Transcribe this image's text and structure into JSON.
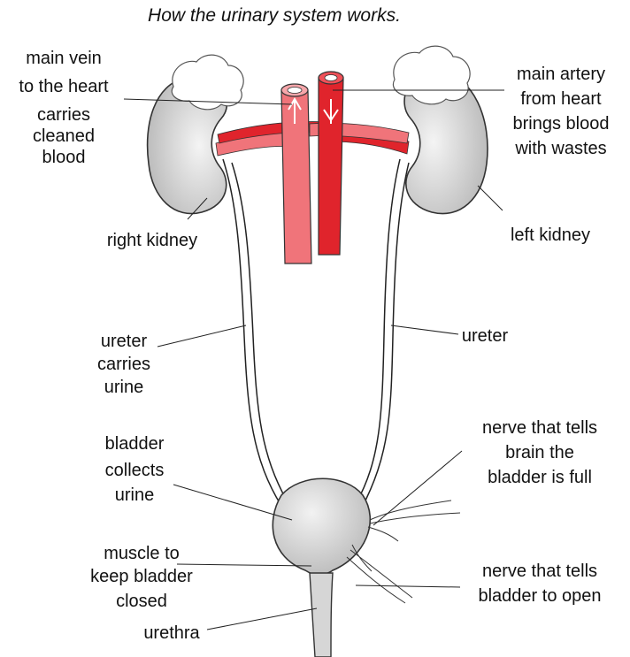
{
  "title": "How the urinary system works.",
  "labels": {
    "main_vein": [
      "main vein",
      "to the heart",
      "carries",
      "cleaned",
      "blood"
    ],
    "main_artery": [
      "main artery",
      "from heart",
      "brings blood",
      "with wastes"
    ],
    "right_kidney": [
      "right kidney"
    ],
    "left_kidney": [
      "left kidney"
    ],
    "ureter_left_side": [
      "ureter",
      "carries",
      "urine"
    ],
    "ureter_right_side": [
      "ureter"
    ],
    "bladder": [
      "bladder",
      "collects",
      "urine"
    ],
    "nerve_full": [
      "nerve that tells",
      "brain the",
      "bladder is full"
    ],
    "muscle": [
      "muscle to",
      "keep bladder",
      "closed"
    ],
    "nerve_open": [
      "nerve that tells",
      "bladder to open"
    ],
    "urethra": [
      "urethra"
    ]
  },
  "colors": {
    "vein": "#f0747a",
    "artery": "#e0242c",
    "organ": "#c9c9c9",
    "fat": "#ffffff",
    "line": "#222222"
  }
}
